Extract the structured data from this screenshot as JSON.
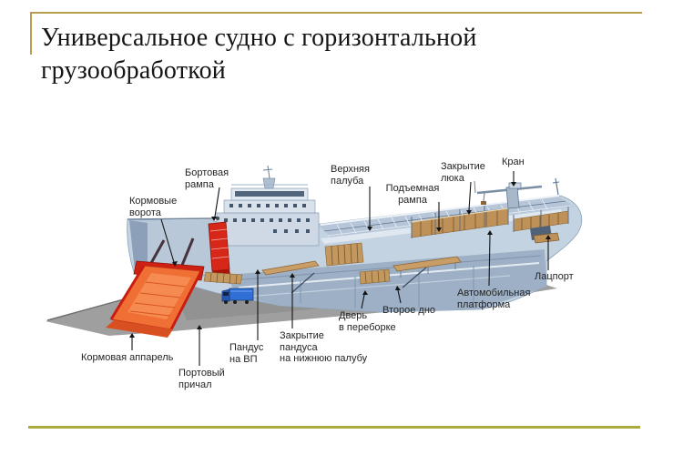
{
  "slide": {
    "title": "Универсальное судно с горизонтальной грузообработкой",
    "accents": {
      "header_line_color": "#b89d4f",
      "footer_line_color": "#abaa3e"
    }
  },
  "diagram": {
    "subject": "ro-ro-universal-cargo-ship-cutaway",
    "labels": {
      "kormovye_vorota": "Кормовые\nворота",
      "bortovaya_rampa": "Бортовая\nрампа",
      "verhnyaya_paluba": "Верхняя\nпалуба",
      "podyemnaya_rampa": "Подъемная\nрампа",
      "zakrytie_lyuka": "Закрытие\nлюка",
      "kran": "Кран",
      "latsport": "Лацпорт",
      "avtomobilnaya_platforma": "Автомобильная\nплатформа",
      "vtoroe_dno": "Второе дно",
      "dver_v_pereborke": "Дверь\nв переборке",
      "zakrytie_pandusa": "Закрытие\nпандуса\nна нижнюю палубу",
      "pandus_na_vp": "Пандус\nна ВП",
      "kormovaya_apparel": "Кормовая аппарель",
      "portovy_prichal": "Портовый\nпричал"
    },
    "colors": {
      "hull": "#c4d3e2",
      "hull_interior": "#9db0c5",
      "ramp_red": "#d62718",
      "apparel_orange": "#ef6f35",
      "cargo_tan": "#c2985e",
      "quay_gray": "#9f9f9f",
      "truck_blue": "#2f6fd6",
      "label_text": "#242424"
    }
  }
}
